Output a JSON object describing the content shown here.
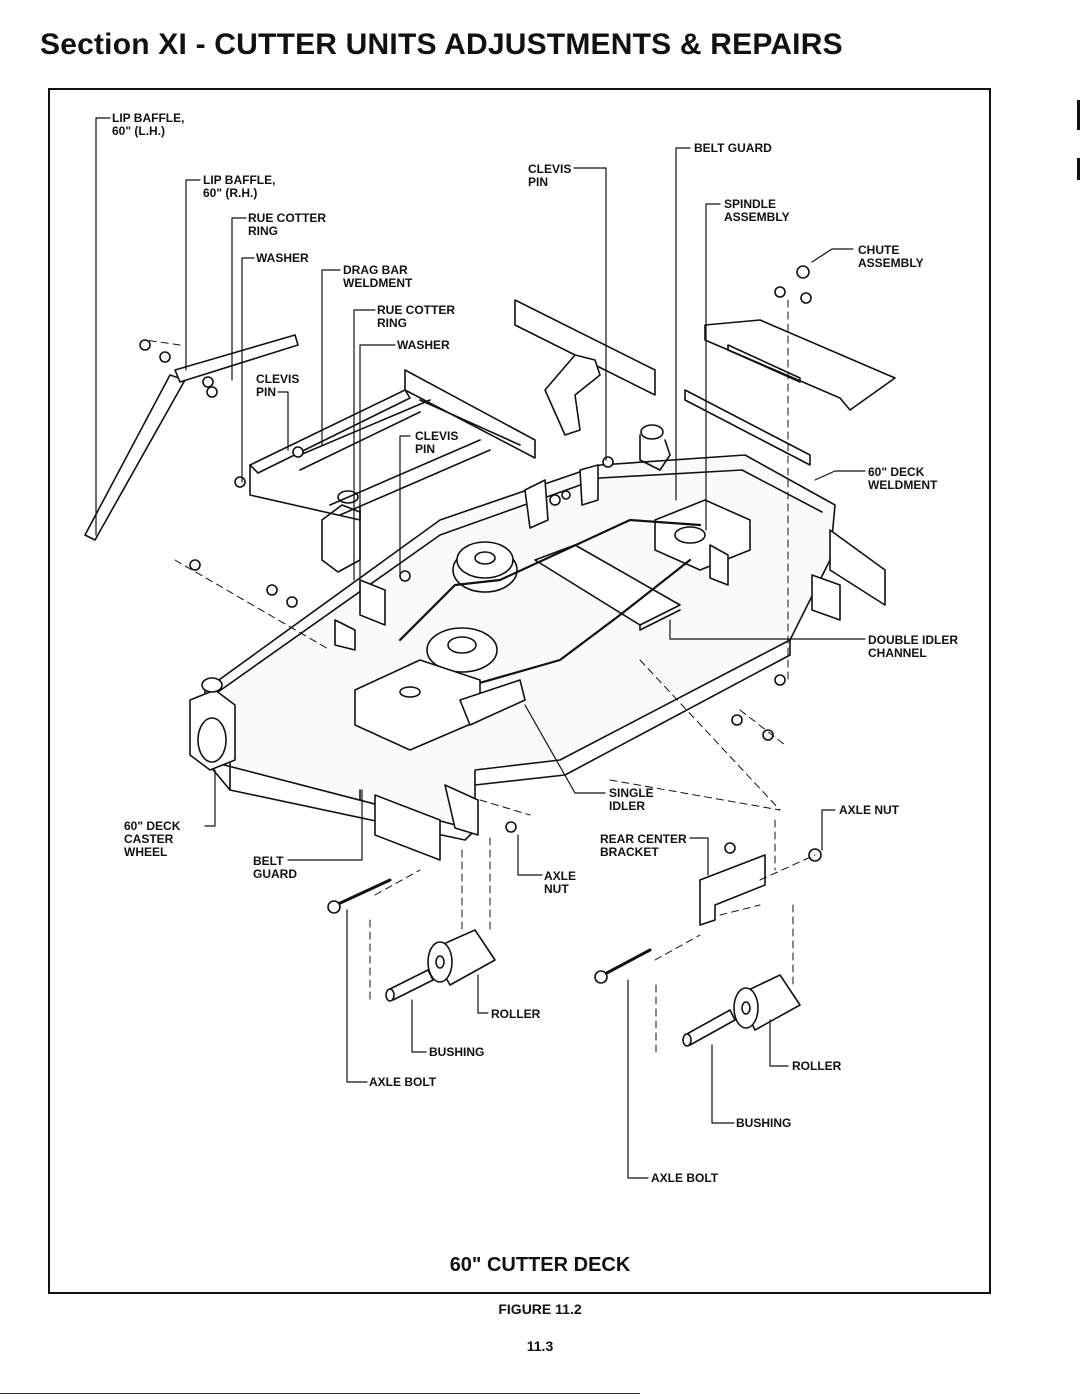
{
  "page": {
    "section_title": "Section XI - CUTTER UNITS ADJUSTMENTS & REPAIRS",
    "caption": "60\" CUTTER DECK",
    "figure": "FIGURE 11.2",
    "page_number": "11.3"
  },
  "labels": {
    "lip_baffle_lh": "LIP BAFFLE,\n60\" (L.H.)",
    "lip_baffle_rh": "LIP BAFFLE,\n60\" (R.H.)",
    "rue_cotter_ring_1": "RUE COTTER\nRING",
    "washer_1": "WASHER",
    "drag_bar_weldment": "DRAG BAR\nWELDMENT",
    "rue_cotter_ring_2": "RUE COTTER\nRING",
    "washer_2": "WASHER",
    "clevis_pin_1": "CLEVIS\nPIN",
    "clevis_pin_2": "CLEVIS\nPIN",
    "clevis_pin_3": "CLEVIS\nPIN",
    "belt_guard_top": "BELT GUARD",
    "spindle_assembly": "SPINDLE\nASSEMBLY",
    "chute_assembly": "CHUTE\nASSEMBLY",
    "deck_weldment": "60\" DECK\nWELDMENT",
    "double_idler_channel": "DOUBLE IDLER\nCHANNEL",
    "single_idler": "SINGLE\nIDLER",
    "axle_nut_right": "AXLE NUT",
    "rear_center_bracket": "REAR CENTER\nBRACKET",
    "deck_caster_wheel": "60\" DECK\nCASTER\nWHEEL",
    "belt_guard_bottom": "BELT\nGUARD",
    "axle_nut_left": "AXLE\nNUT",
    "roller_left": "ROLLER",
    "bushing_left": "BUSHING",
    "axle_bolt_left": "AXLE BOLT",
    "roller_right": "ROLLER",
    "bushing_right": "BUSHING",
    "axle_bolt_right": "AXLE BOLT"
  }
}
